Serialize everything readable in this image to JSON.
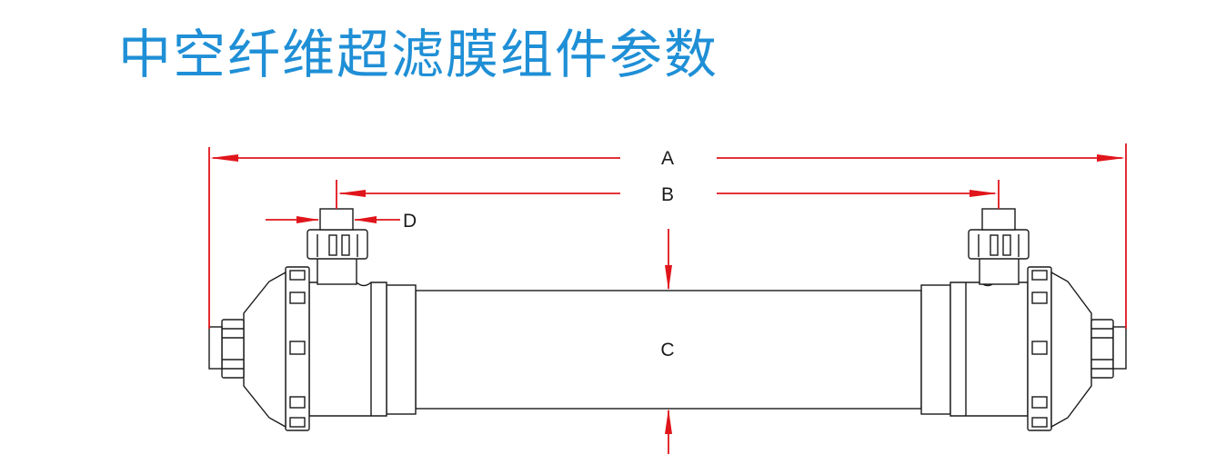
{
  "title": "中空纤维超滤膜组件参数",
  "dimensions": {
    "a": "A",
    "b": "B",
    "c": "C",
    "d": "D"
  },
  "colors": {
    "title": "#1f8fd6",
    "dimension_line": "#e0151b",
    "outline": "#1a1a1a"
  }
}
